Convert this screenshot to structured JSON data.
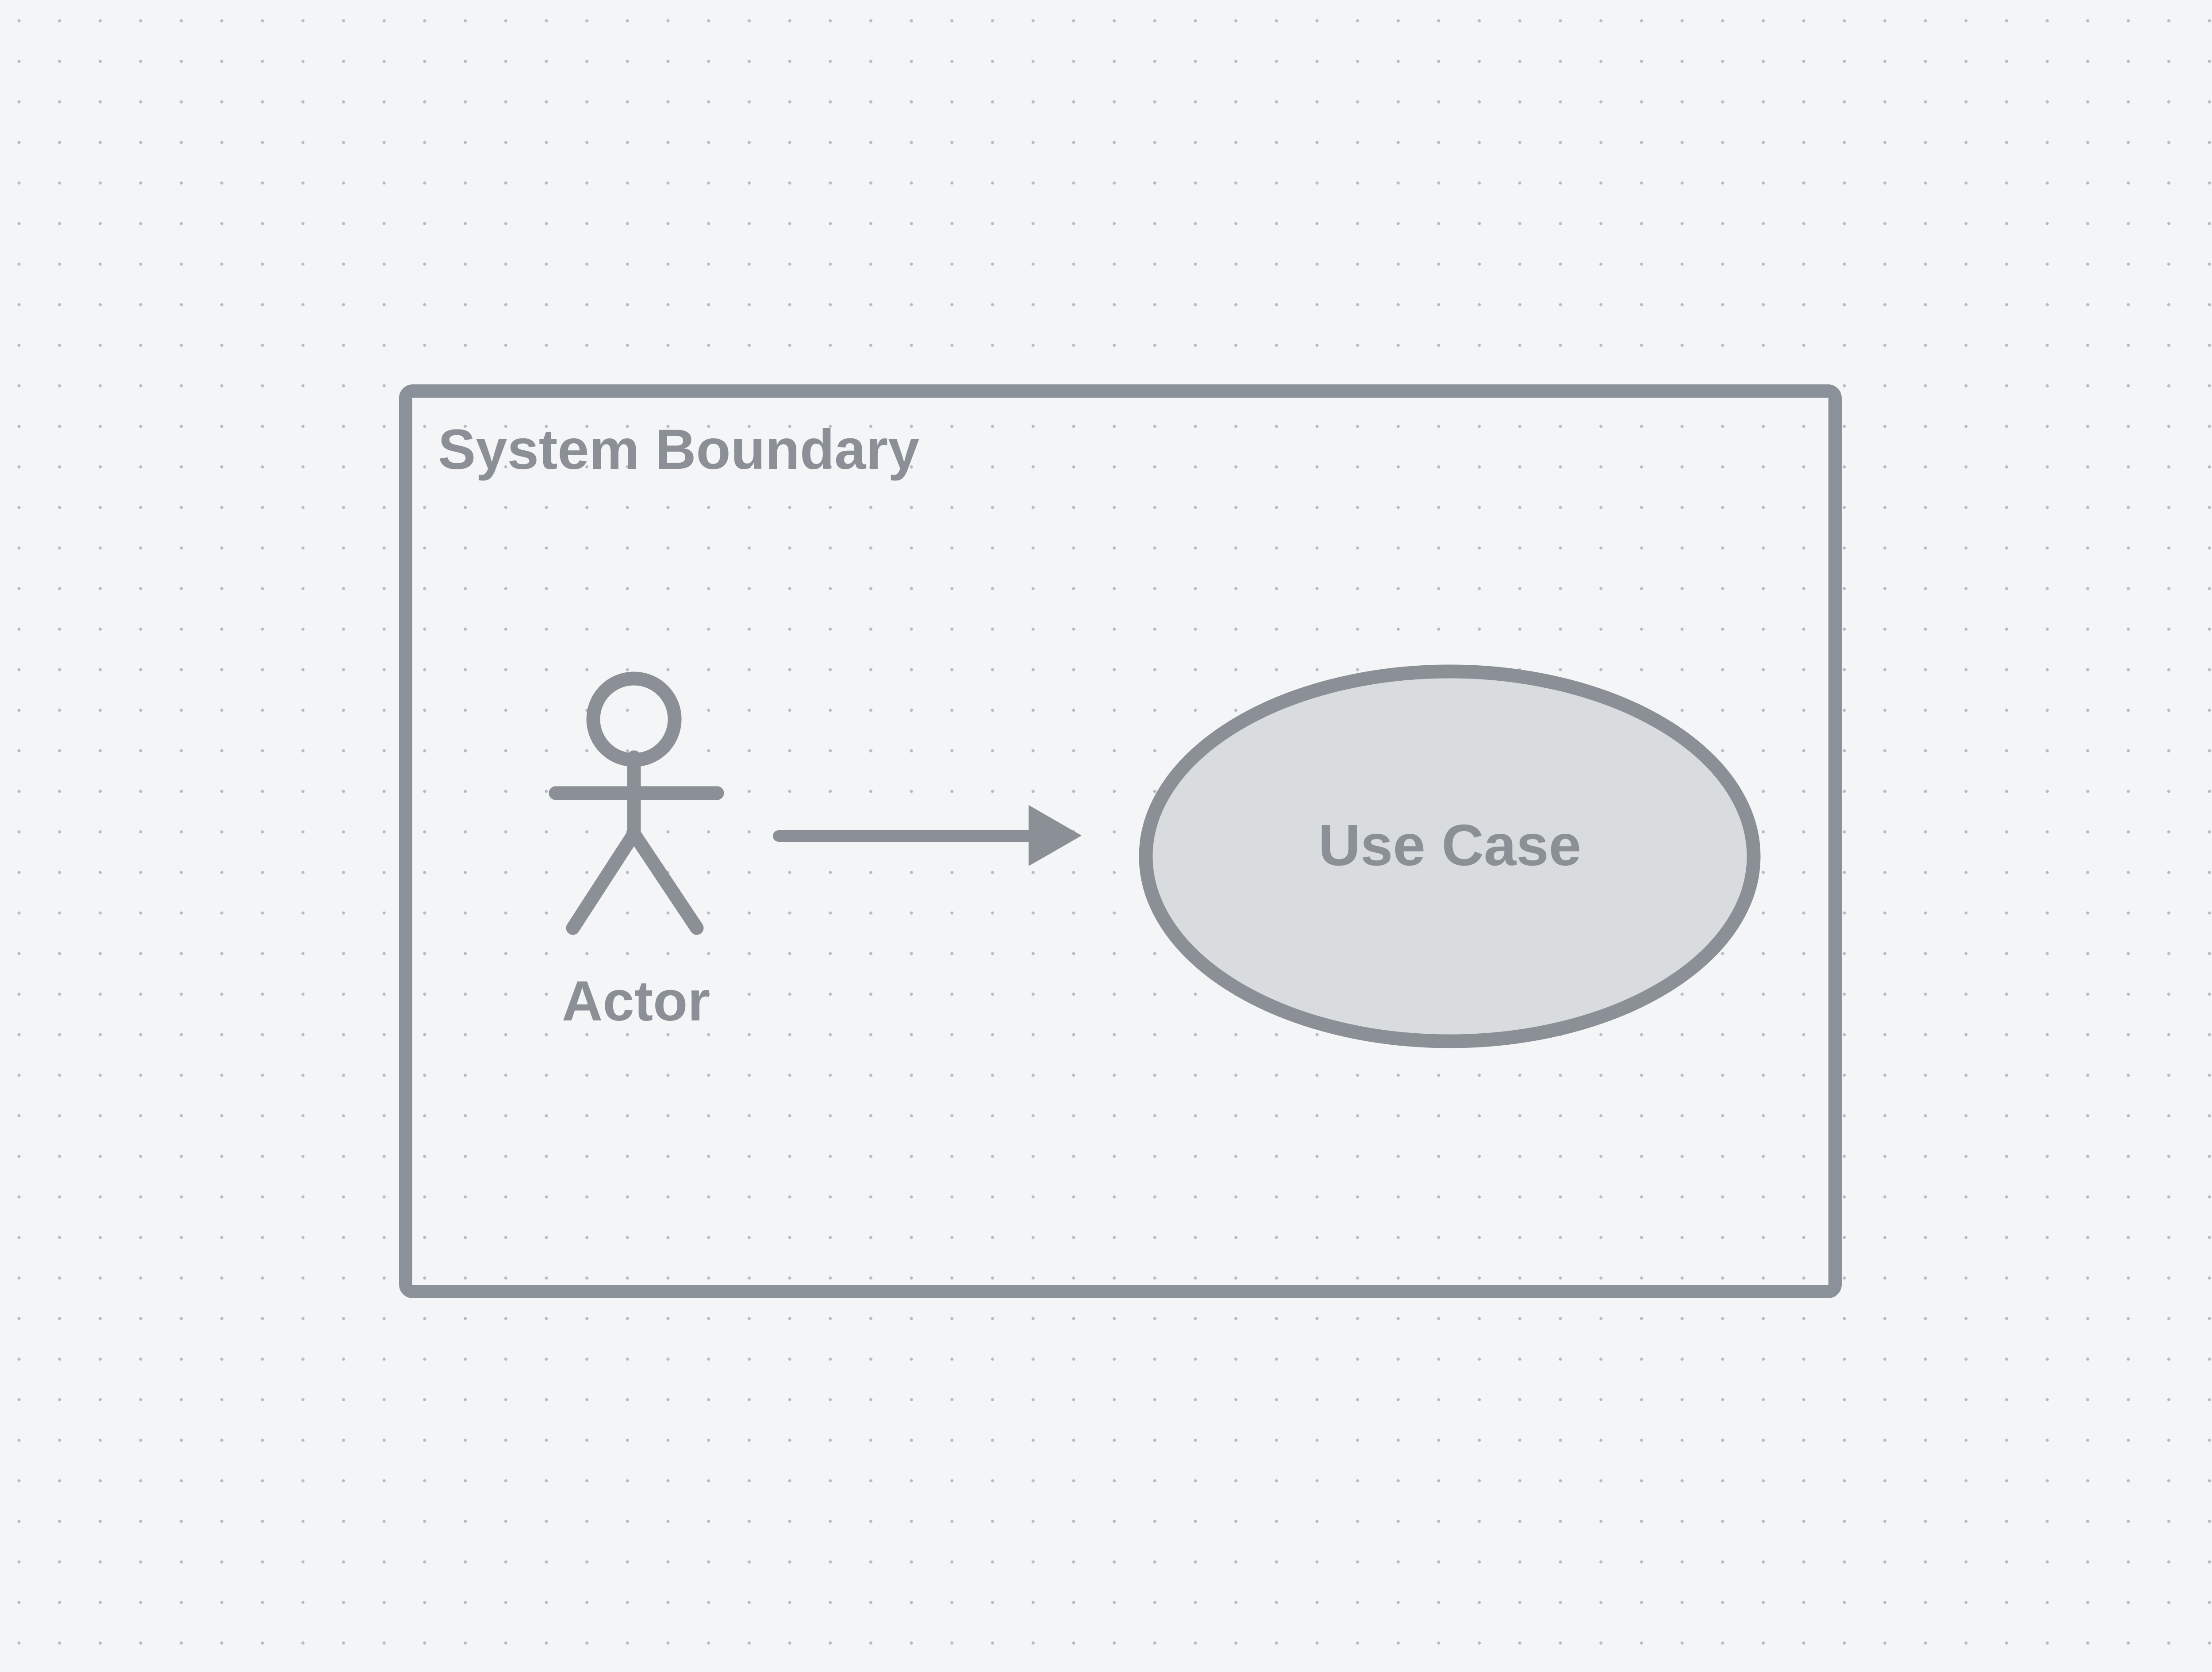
{
  "canvas": {
    "background_color": "#f4f5f6",
    "dot_color": "#b7bcc2",
    "shape_color": "#8a9096",
    "use_case_fill_color": "#d9dcdf"
  },
  "diagram": {
    "system_boundary_label": "System Boundary",
    "actor_label": "Actor",
    "use_case_label": "Use Case"
  }
}
